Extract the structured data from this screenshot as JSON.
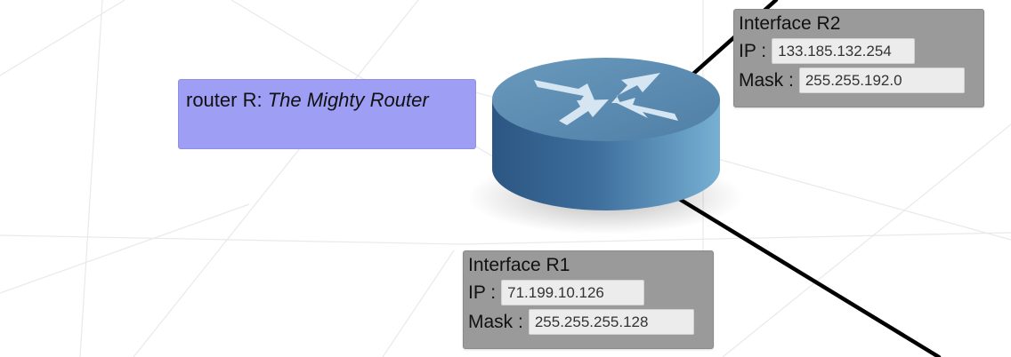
{
  "router": {
    "label_prefix": "router R: ",
    "name": "The Mighty Router",
    "colors": {
      "top": "#5f8fb4",
      "side_dark": "#2c5683",
      "side_light": "#77b0d3",
      "arrows": "#d5e6f2"
    }
  },
  "links": {
    "color": "#000000"
  },
  "interfaces": {
    "r2": {
      "title": "Interface R2",
      "ip_label": "IP :",
      "ip": "133.185.132.254",
      "mask_label": "Mask :",
      "mask": "255.255.192.0"
    },
    "r1": {
      "title": "Interface R1",
      "ip_label": "IP :",
      "ip": "71.199.10.126",
      "mask_label": "Mask :",
      "mask": "255.255.255.128"
    }
  },
  "colors": {
    "label_bg": "#9e9ff4",
    "interface_bg": "#9a9a9a",
    "field_bg": "#ececec",
    "background_grid": "#e9e9e9"
  }
}
